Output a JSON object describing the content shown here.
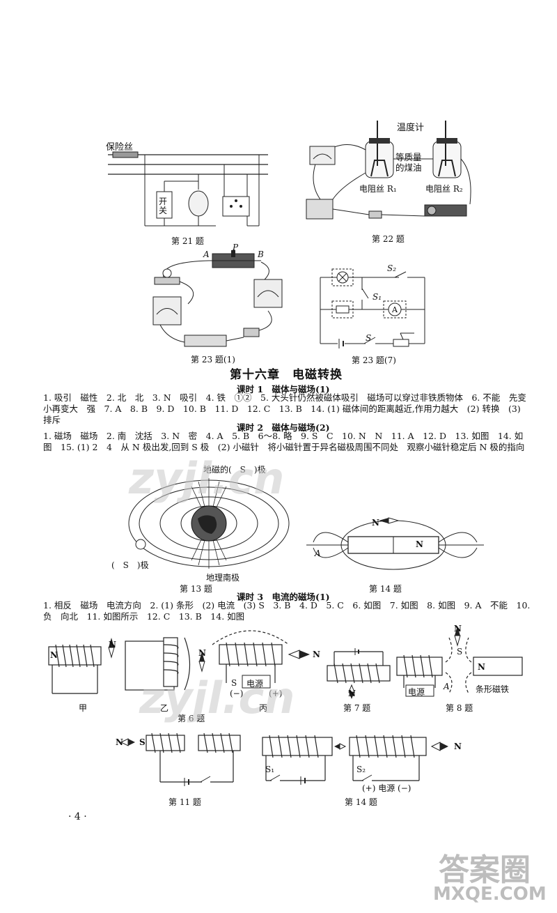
{
  "fig21": {
    "fuse_label": "保险丝",
    "switch_label": "开关",
    "caption": "第 21 题"
  },
  "fig22": {
    "thermometer_label": "温度计",
    "oil_label": "等质量的煤油",
    "r1_label": "电阻丝 R₁",
    "r2_label": "电阻丝 R₂",
    "caption": "第 22 题"
  },
  "fig23a": {
    "point_a": "A",
    "point_p": "P",
    "point_b": "B",
    "caption": "第 23 题(1)"
  },
  "fig23b": {
    "s2": "S₂",
    "s1": "S₁",
    "ammeter": "A",
    "s": "S",
    "caption": "第 23 题(7)"
  },
  "chapter_title": "第十六章　电磁转换",
  "lesson1": {
    "title": "课时 1　磁体与磁场(1)",
    "answers": "1. 吸引　磁性　2. 北　北　3. N　吸引　4. 铁　①②　5. 大头针仍然被磁体吸引　磁场可以穿过非铁质物体　6. 不能　先变小再变大　强　7. A　8. B　9. D　10. B　11. D　12. C　13. B　14. (1) 磁体间的距离越近,作用力越大　(2) 转换　(3) 排斥"
  },
  "lesson2": {
    "title": "课时 2　磁体与磁场(2)",
    "answers": "1. 磁场　磁场　2. 南　沈括　3. N　密　4. A　5. B　6～8. 略　9. S　C　10. N　N　11. A　12. D　13. 如图　14. 如图　15. (1) 2　4　从 N 极出发,回到 S 极　(2) 小磁针　将小磁针置于异名磁极周围不同处　观察小磁针稳定后 N 极的指向"
  },
  "fig13": {
    "top_label": "地磁的(　S　)极",
    "left_label": "(　S　)极",
    "bottom_label": "地理南极",
    "caption": "第 13 题"
  },
  "fig14a": {
    "n_top": "N",
    "n_right": "N",
    "a_label": "A",
    "caption": "第 14 题"
  },
  "lesson3": {
    "title": "课时 3　电流的磁场(1)",
    "answers": "1. 相反　磁场　电流方向　2. (1) 条形　(2) 电流　(3) S　3. B　4. D　5. C　6. 如图　7. 如图　8. 如图　9. A　不能　10. 负　向北　11. 如图所示　12. C　13. B　14. 如图"
  },
  "fig6": {
    "jia": "甲",
    "yi": "乙",
    "bing": "丙",
    "n1": "N",
    "n2": "N",
    "n3": "N",
    "n4": "N",
    "s": "S",
    "minus": "(−)",
    "power": "电源",
    "plus": "(+)",
    "caption": "第 6 题"
  },
  "fig7": {
    "n": "N",
    "caption": "第 7 题"
  },
  "fig8": {
    "n": "N",
    "s": "S",
    "a": "A",
    "power": "电源",
    "n2": "N",
    "magnet": "条形磁铁",
    "caption": "第 8 题"
  },
  "fig11": {
    "n": "N",
    "s": "S",
    "caption": "第 11 题"
  },
  "fig14b": {
    "n": "N",
    "s1": "S₁",
    "s2": "S₂",
    "power": "(+) 电源 (−)",
    "caption": "第 14 题"
  },
  "page_number": "· 4 ·",
  "watermarks": {
    "wm1": "zyjl.cn",
    "wm2": "zyjl.cn",
    "wm3": "答案圈",
    "wm4": "MXQE.COM"
  }
}
